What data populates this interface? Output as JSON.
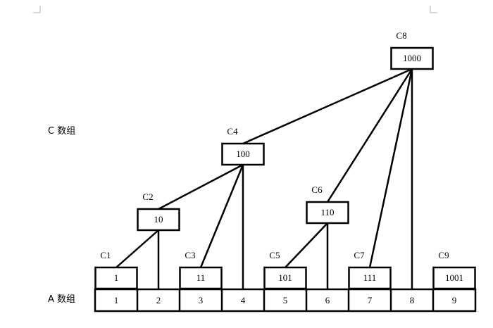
{
  "labels": {
    "c_array": "C 数组",
    "a_array": "A 数组"
  },
  "a_cells": [
    "1",
    "2",
    "3",
    "4",
    "5",
    "6",
    "7",
    "8",
    "9"
  ],
  "c_nodes": [
    {
      "id": "C1",
      "name": "C1",
      "value": "1"
    },
    {
      "id": "C2",
      "name": "C2",
      "value": "10"
    },
    {
      "id": "C3",
      "name": "C3",
      "value": "11"
    },
    {
      "id": "C4",
      "name": "C4",
      "value": "100"
    },
    {
      "id": "C5",
      "name": "C5",
      "value": "101"
    },
    {
      "id": "C6",
      "name": "C6",
      "value": "110"
    },
    {
      "id": "C7",
      "name": "C7",
      "value": "111"
    },
    {
      "id": "C8",
      "name": "C8",
      "value": "1000"
    },
    {
      "id": "C9",
      "name": "C9",
      "value": "1001"
    }
  ],
  "edges": [
    [
      "C1",
      "C2"
    ],
    [
      "A2",
      "C2"
    ],
    [
      "C2",
      "C4"
    ],
    [
      "C3",
      "C4"
    ],
    [
      "A4",
      "C4"
    ],
    [
      "C5",
      "C6"
    ],
    [
      "A6",
      "C6"
    ],
    [
      "C4",
      "C8"
    ],
    [
      "C6",
      "C8"
    ],
    [
      "C7",
      "C8"
    ],
    [
      "A8",
      "C8"
    ]
  ]
}
